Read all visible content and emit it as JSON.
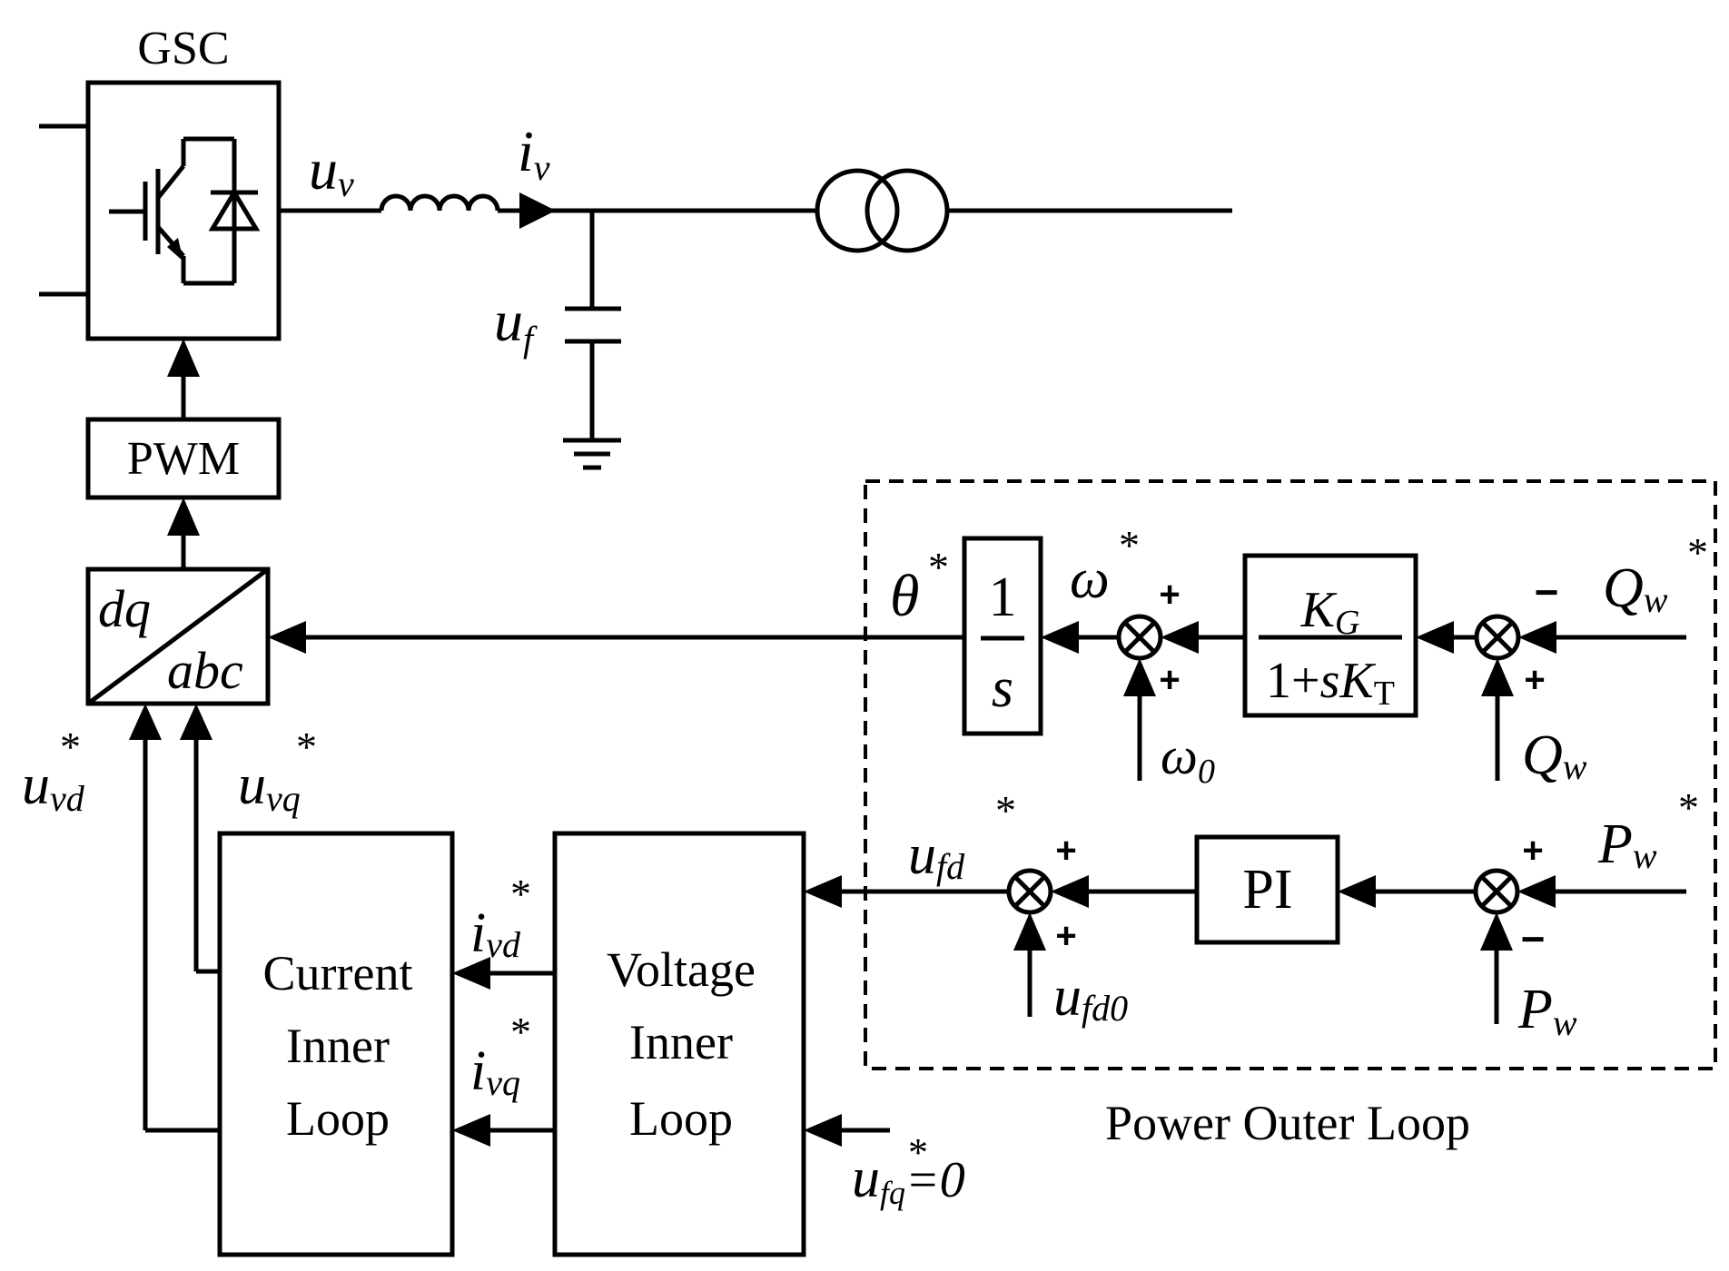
{
  "gsc_label": "GSC",
  "pwm_label": "PWM",
  "dq_label": "dq",
  "abc_label": "abc",
  "uv": {
    "sym": "u",
    "sub": "v"
  },
  "iv": {
    "sym": "i",
    "sub": "v"
  },
  "uf": {
    "sym": "u",
    "sub": "f"
  },
  "theta": {
    "sym": "θ",
    "sup": "*"
  },
  "integrator": {
    "num": "1",
    "den": "s"
  },
  "omega_ref": {
    "sym": "ω",
    "sup": "*"
  },
  "omega0": {
    "sym": "ω",
    "sub": "0"
  },
  "droop": {
    "num_sym": "K",
    "num_sub": "G",
    "den_pre": "1+",
    "den_s": "s",
    "den_sym": "K",
    "den_sub": "T"
  },
  "qw_ref": {
    "sym": "Q",
    "sub": "w",
    "sup": "*"
  },
  "qw": {
    "sym": "Q",
    "sub": "w"
  },
  "pw_ref": {
    "sym": "P",
    "sub": "w",
    "sup": "*"
  },
  "pw": {
    "sym": "P",
    "sub": "w"
  },
  "pi_label": "PI",
  "ufd_ref": {
    "sym": "u",
    "sub": "fd",
    "sup": "*"
  },
  "ufd0": {
    "sym": "u",
    "sub": "fd0"
  },
  "ufq_ref": {
    "sym": "u",
    "sub": "fq",
    "sup": "*",
    "suffix": "=0"
  },
  "ivd_ref": {
    "sym": "i",
    "sub": "vd",
    "sup": "*"
  },
  "ivq_ref": {
    "sym": "i",
    "sub": "vq",
    "sup": "*"
  },
  "uvd_ref": {
    "sym": "u",
    "sub": "vd",
    "sup": "*"
  },
  "uvq_ref": {
    "sym": "u",
    "sub": "vq",
    "sup": "*"
  },
  "current_loop": [
    "Current",
    "Inner",
    "Loop"
  ],
  "voltage_loop": [
    "Voltage",
    "Inner",
    "Loop"
  ],
  "outer_loop_label": "Power Outer Loop",
  "signs": {
    "plus": "+",
    "minus": "−"
  }
}
